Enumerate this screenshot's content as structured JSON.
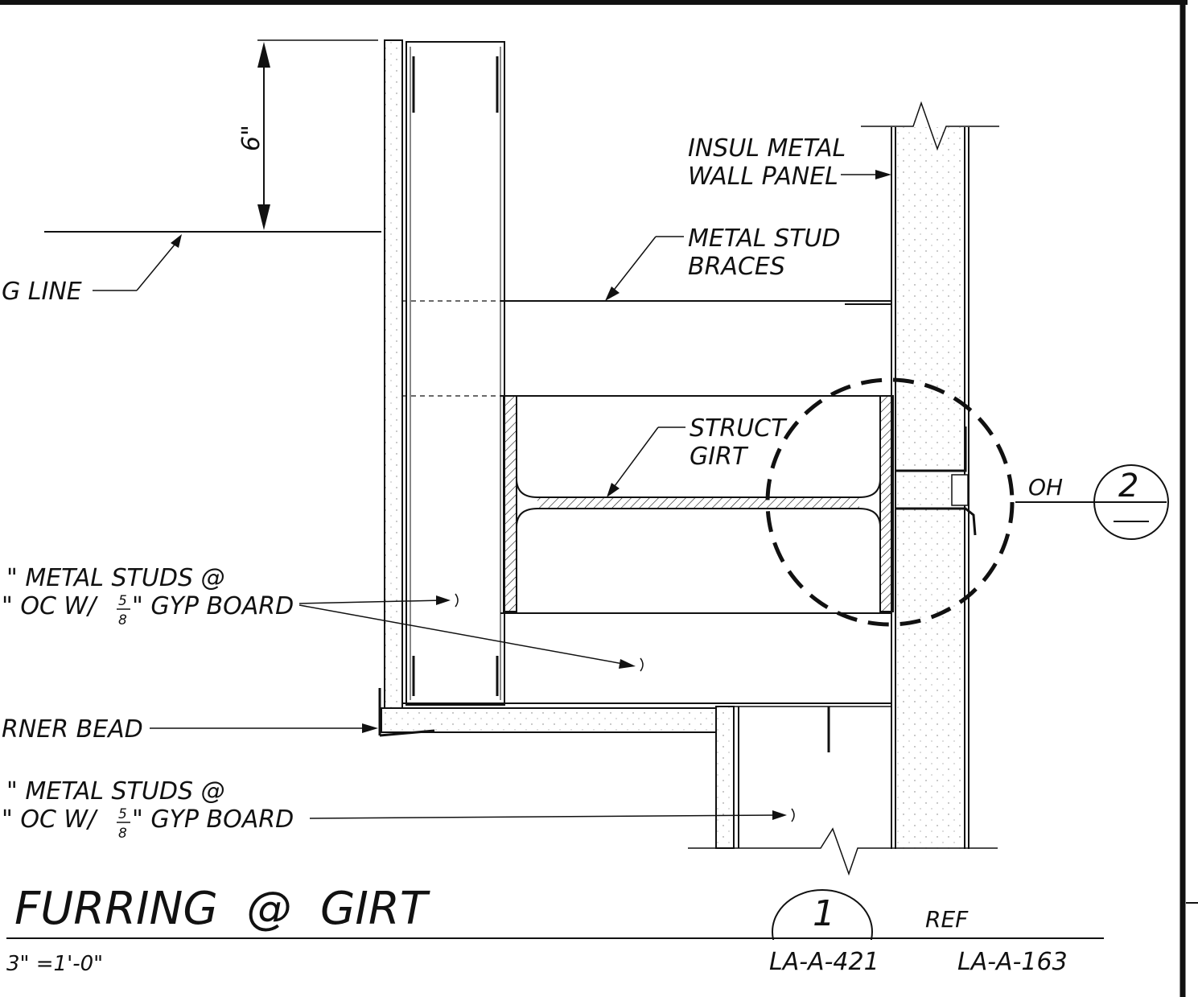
{
  "dimension": {
    "value": "6\""
  },
  "labels": {
    "insul_panel": [
      "INSUL METAL",
      "WALL PANEL"
    ],
    "stud_braces": [
      "METAL STUD",
      "BRACES"
    ],
    "girt": [
      "STRUCT",
      "GIRT"
    ],
    "ceiling_line": "G LINE",
    "studs_upper": [
      "\" METAL STUDS @",
      "\" OC  W/",
      "\" GYP BOARD"
    ],
    "corner_bead": "RNER BEAD",
    "studs_lower": [
      "\" METAL STUDS @",
      "\" OC  W/",
      "\" GYP BOARD"
    ],
    "fraction": {
      "numerator": "5",
      "denominator": "8"
    }
  },
  "callout": {
    "text": "OH",
    "number": "2"
  },
  "title": {
    "text": "FURRING  @  GIRT",
    "scale": "3\" =1'-0\""
  },
  "reference": {
    "number": "1",
    "sheets": [
      "LA-A-421",
      "LA-A-163"
    ],
    "ref_label": "REF"
  }
}
